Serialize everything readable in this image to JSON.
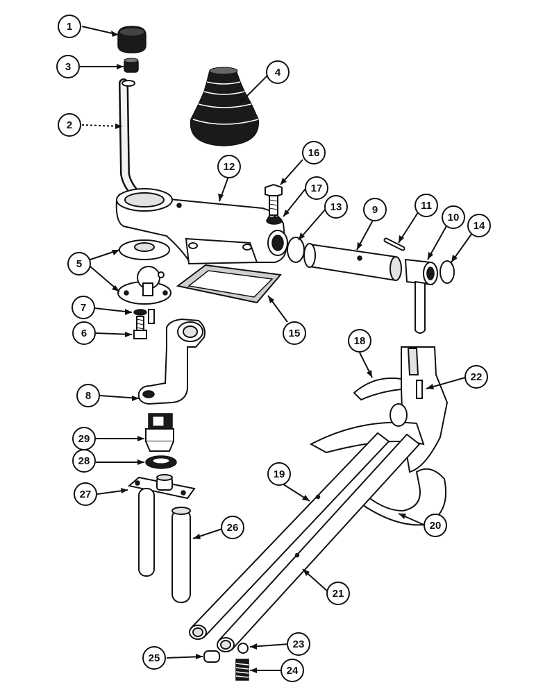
{
  "diagram": {
    "callouts": [
      {
        "id": "1",
        "label": "1"
      },
      {
        "id": "2",
        "label": "2"
      },
      {
        "id": "3",
        "label": "3"
      },
      {
        "id": "4",
        "label": "4"
      },
      {
        "id": "5",
        "label": "5"
      },
      {
        "id": "6",
        "label": "6"
      },
      {
        "id": "7",
        "label": "7"
      },
      {
        "id": "8",
        "label": "8"
      },
      {
        "id": "9",
        "label": "9"
      },
      {
        "id": "10",
        "label": "10"
      },
      {
        "id": "11",
        "label": "11"
      },
      {
        "id": "12",
        "label": "12"
      },
      {
        "id": "13",
        "label": "13"
      },
      {
        "id": "14",
        "label": "14"
      },
      {
        "id": "15",
        "label": "15"
      },
      {
        "id": "16",
        "label": "16"
      },
      {
        "id": "17",
        "label": "17"
      },
      {
        "id": "18",
        "label": "18"
      },
      {
        "id": "19",
        "label": "19"
      },
      {
        "id": "20",
        "label": "20"
      },
      {
        "id": "21",
        "label": "21"
      },
      {
        "id": "22",
        "label": "22"
      },
      {
        "id": "23",
        "label": "23"
      },
      {
        "id": "24",
        "label": "24"
      },
      {
        "id": "25",
        "label": "25"
      },
      {
        "id": "26",
        "label": "26"
      },
      {
        "id": "27",
        "label": "27"
      },
      {
        "id": "28",
        "label": "28"
      },
      {
        "id": "29",
        "label": "29"
      }
    ]
  }
}
